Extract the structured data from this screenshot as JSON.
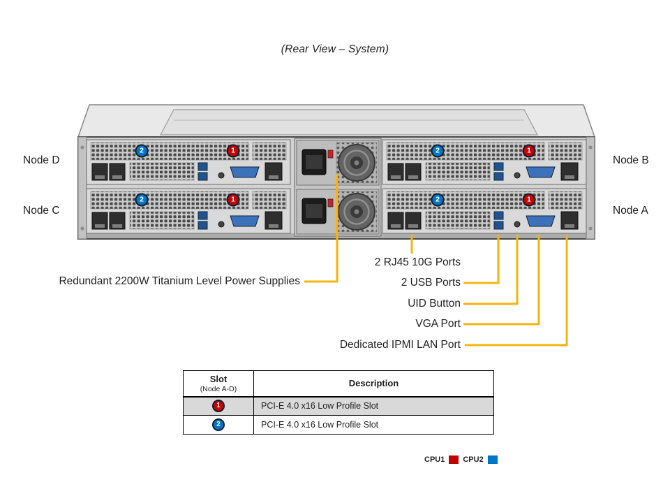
{
  "title": "(Rear View – System)",
  "nodes": {
    "d": "Node D",
    "c": "Node C",
    "b": "Node B",
    "a": "Node A"
  },
  "badges": {
    "slot1": "1",
    "slot2": "2"
  },
  "callouts": {
    "psu": "Redundant 2200W Titanium Level Power Supplies",
    "rj45": "2 RJ45 10G Ports",
    "usb": "2 USB Ports",
    "uid": "UID Button",
    "vga": "VGA Port",
    "ipmi": "Dedicated IPMI LAN Port"
  },
  "table": {
    "header_slot": "Slot",
    "header_slot_sub": "(Node A-D)",
    "header_desc": "Description",
    "rows": [
      {
        "num": "1",
        "desc": "PCI-E 4.0 x16 Low Profile Slot"
      },
      {
        "num": "2",
        "desc": "PCI-E 4.0 x16 Low Profile Slot"
      }
    ]
  },
  "legend": {
    "cpu1": "CPU1",
    "cpu2": "CPU2"
  },
  "colors": {
    "slot1_red": "#c40000",
    "slot2_blue": "#0076c8",
    "badge_ring": "#0f1c2e",
    "callout_line": "#f6b40e"
  }
}
